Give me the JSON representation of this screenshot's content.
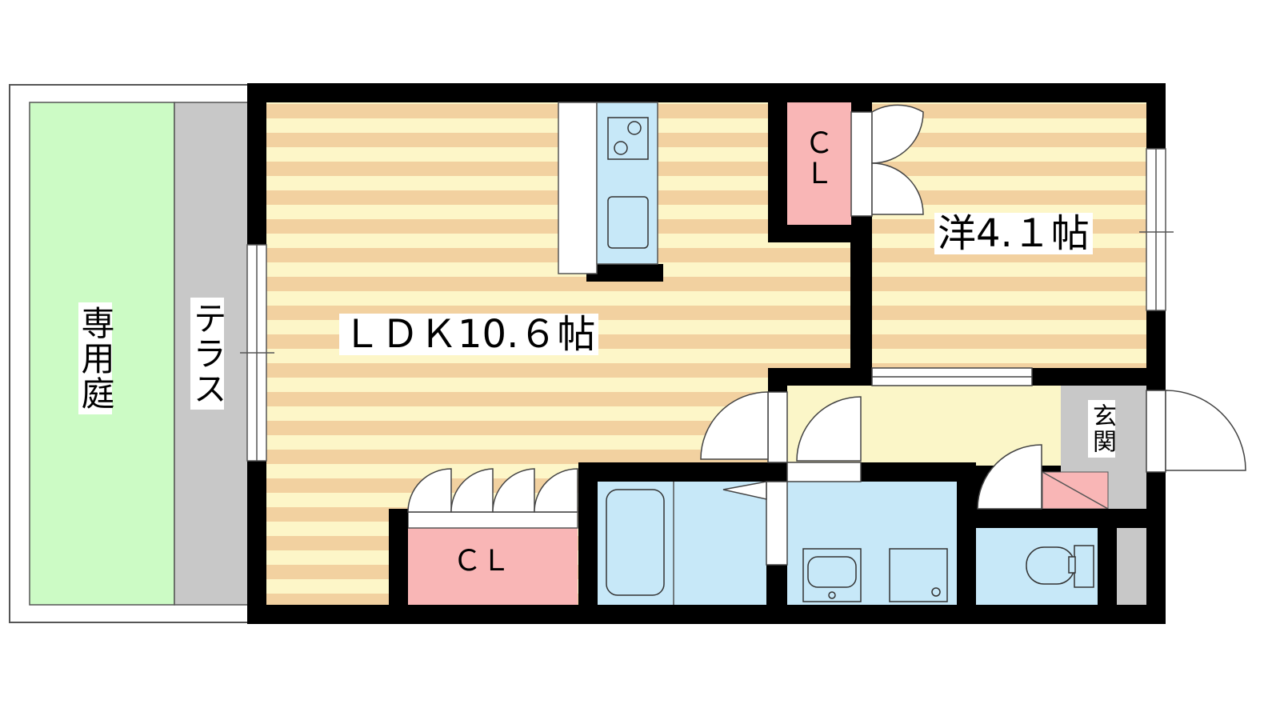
{
  "labels": {
    "ldk": "ＬＤＫ10.６帖",
    "western_room": "洋4.１帖",
    "closet_upper": "ＣＬ",
    "closet_lower": "ＣＬ",
    "terrace": "テラス",
    "private_garden": "専用庭",
    "entrance": "玄関"
  },
  "colors": {
    "wall": "#000000",
    "floor_stripe_tan": "#f2d1a0",
    "floor_stripe_cream": "#fdf6c8",
    "garden": "#ccfbc5",
    "terrace": "#c8c8c8",
    "closet": "#f9b6b6",
    "wet_area": "#c7e8f8",
    "hallway": "#fbf6c8",
    "entrance_floor": "#c8c8c8"
  }
}
